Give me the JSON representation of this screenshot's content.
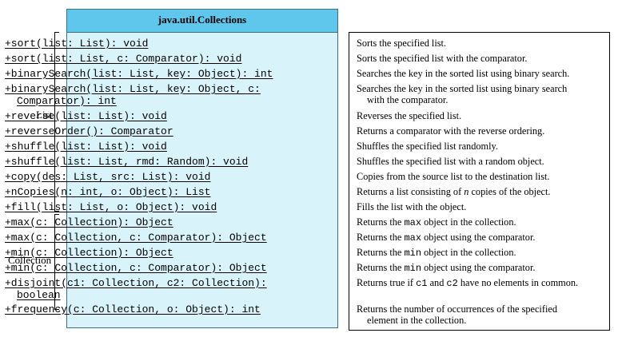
{
  "uml": {
    "class_name": "java.util.Collections",
    "methods": [
      {
        "lines": [
          "+sort(list: List): void"
        ]
      },
      {
        "lines": [
          "+sort(list: List, c: Comparator): void"
        ]
      },
      {
        "lines": [
          "+binarySearch(list: List, key: Object): int"
        ]
      },
      {
        "lines": [
          "+binarySearch(list: List, key: Object, c:",
          "Comparator): int"
        ]
      },
      {
        "lines": [
          "+reverse(list: List): void"
        ]
      },
      {
        "lines": [
          "+reverseOrder(): Comparator"
        ]
      },
      {
        "lines": [
          "+shuffle(list: List): void"
        ]
      },
      {
        "lines": [
          "+shuffle(list: List, rmd: Random): void"
        ]
      },
      {
        "lines": [
          "+copy(des: List, src: List): void"
        ]
      },
      {
        "lines": [
          "+nCopies(n: int, o: Object): List"
        ]
      },
      {
        "lines": [
          "+fill(list: List, o: Object): void"
        ]
      },
      {
        "lines": [
          "+max(c: Collection): Object"
        ]
      },
      {
        "lines": [
          "+max(c: Collection, c: Comparator): Object"
        ]
      },
      {
        "lines": [
          "+min(c: Collection): Object"
        ]
      },
      {
        "lines": [
          "+min(c: Collection, c: Comparator): Object"
        ]
      },
      {
        "lines": [
          "+disjoint(c1: Collection, c2: Collection):",
          "boolean"
        ]
      },
      {
        "lines": [
          "+frequency(c: Collection, o: Object): int"
        ]
      }
    ]
  },
  "groups": {
    "list_label": "List",
    "collection_label": "Collection"
  },
  "descriptions": [
    {
      "parts": [
        [
          "Sorts the specified list."
        ]
      ]
    },
    {
      "parts": [
        [
          "Sorts the specified list with the comparator."
        ]
      ]
    },
    {
      "parts": [
        [
          "Searches the key in the sorted list using binary search."
        ]
      ]
    },
    {
      "parts": [
        [
          "Searches the key in the sorted list using binary search"
        ],
        [
          "with the comparator."
        ]
      ]
    },
    {
      "parts": [
        [
          "Reverses the specified list."
        ]
      ]
    },
    {
      "parts": [
        [
          "Returns a comparator with the reverse ordering."
        ]
      ]
    },
    {
      "parts": [
        [
          "Shuffles the specified list randomly."
        ]
      ]
    },
    {
      "parts": [
        [
          "Shuffles the specified list with a random object."
        ]
      ]
    },
    {
      "parts": [
        [
          "Copies from the source list to the destination list."
        ]
      ]
    },
    {
      "parts": [
        [
          "Returns a list consisting of ",
          "n",
          " copies of the object."
        ]
      ]
    },
    {
      "parts": [
        [
          "Fills the list with the object."
        ]
      ]
    },
    {
      "parts": [
        [
          "Returns the ",
          "max",
          " object in the collection."
        ]
      ]
    },
    {
      "parts": [
        [
          "Returns the ",
          "max",
          " object using the comparator."
        ]
      ]
    },
    {
      "parts": [
        [
          "Returns the ",
          "min",
          " object in the collection."
        ]
      ]
    },
    {
      "parts": [
        [
          "Returns the ",
          "min",
          " object using the comparator."
        ]
      ]
    },
    {
      "parts": [
        [
          "Returns true if ",
          "c1",
          " and ",
          "c2",
          " have no elements in common."
        ]
      ]
    },
    {
      "parts": [
        [
          "Returns the number of occurrences of the specified"
        ],
        [
          "element in the collection."
        ]
      ]
    }
  ]
}
